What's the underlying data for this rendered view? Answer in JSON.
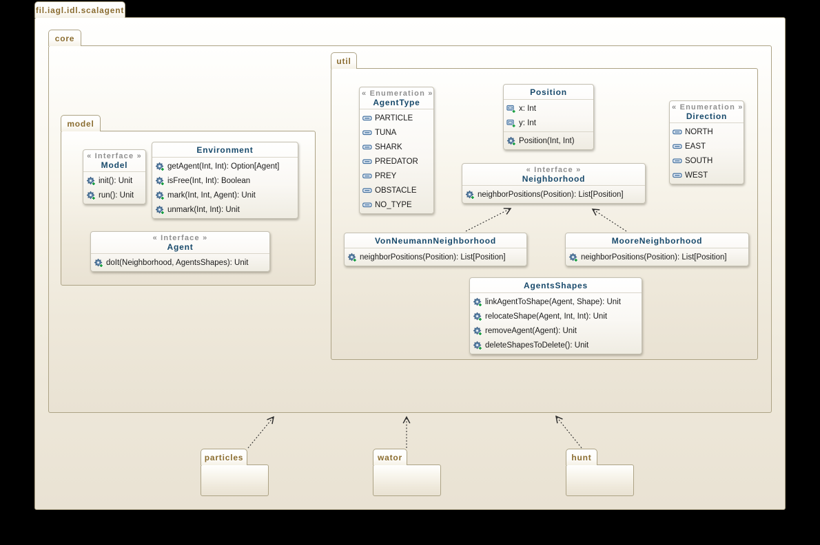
{
  "packages": {
    "root": {
      "label": "fil.iagl.idl.scalagent"
    },
    "core": {
      "label": "core"
    },
    "model": {
      "label": "model"
    },
    "util": {
      "label": "util"
    },
    "particles": {
      "label": "particles"
    },
    "wator": {
      "label": "wator"
    },
    "hunt": {
      "label": "hunt"
    }
  },
  "classes": {
    "model": {
      "stereotype": "« Interface »",
      "name": "Model",
      "methods": [
        "init(): Unit",
        "run(): Unit"
      ]
    },
    "environment": {
      "name": "Environment",
      "methods": [
        "getAgent(Int, Int): Option[Agent]",
        "isFree(Int, Int): Boolean",
        "mark(Int, Int, Agent): Unit",
        "unmark(Int, Int): Unit"
      ]
    },
    "agent": {
      "stereotype": "« Interface »",
      "name": "Agent",
      "methods": [
        "doIt(Neighborhood, AgentsShapes): Unit"
      ]
    },
    "agent_type": {
      "stereotype": "« Enumeration »",
      "name": "AgentType",
      "literals": [
        "PARTICLE",
        "TUNA",
        "SHARK",
        "PREDATOR",
        "PREY",
        "OBSTACLE",
        "NO_TYPE"
      ]
    },
    "position": {
      "name": "Position",
      "attributes": [
        "x: Int",
        "y: Int"
      ],
      "constructors": [
        "Position(Int, Int)"
      ]
    },
    "direction": {
      "stereotype": "« Enumeration »",
      "name": "Direction",
      "literals": [
        "NORTH",
        "EAST",
        "SOUTH",
        "WEST"
      ]
    },
    "neighborhood": {
      "stereotype": "« Interface »",
      "name": "Neighborhood",
      "methods": [
        "neighborPositions(Position): List[Position]"
      ]
    },
    "von_neumann_neighborhood": {
      "name": "VonNeumannNeighborhood",
      "methods": [
        "neighborPositions(Position): List[Position]"
      ]
    },
    "moore_neighborhood": {
      "name": "MooreNeighborhood",
      "methods": [
        "neighborPositions(Position): List[Position]"
      ]
    },
    "agents_shapes": {
      "name": "AgentsShapes",
      "methods": [
        "linkAgentToShape(Agent, Shape): Unit",
        "relocateShape(Agent, Int, Int): Unit",
        "removeAgent(Agent): Unit",
        "deleteShapesToDelete(): Unit"
      ]
    }
  },
  "relationships": [
    {
      "from": "VonNeumannNeighborhood",
      "to": "Neighborhood",
      "type": "realization"
    },
    {
      "from": "MooreNeighborhood",
      "to": "Neighborhood",
      "type": "realization"
    },
    {
      "from": "particles",
      "to": "core",
      "type": "dependency"
    },
    {
      "from": "wator",
      "to": "core",
      "type": "dependency"
    },
    {
      "from": "hunt",
      "to": "core",
      "type": "dependency"
    }
  ],
  "colors": {
    "background": "#000000",
    "package_border": "#aca284",
    "package_fill_top": "#fffffe",
    "package_fill_bottom": "#e9e2d3",
    "package_label": "#8a6c2f",
    "class_title": "#17496b",
    "stereotype": "#8f8f8f",
    "member_text": "#1a1a1a",
    "icon_blue": "#3f6e9e",
    "icon_green": "#169b3c",
    "arrow": "#2a2a2a"
  }
}
